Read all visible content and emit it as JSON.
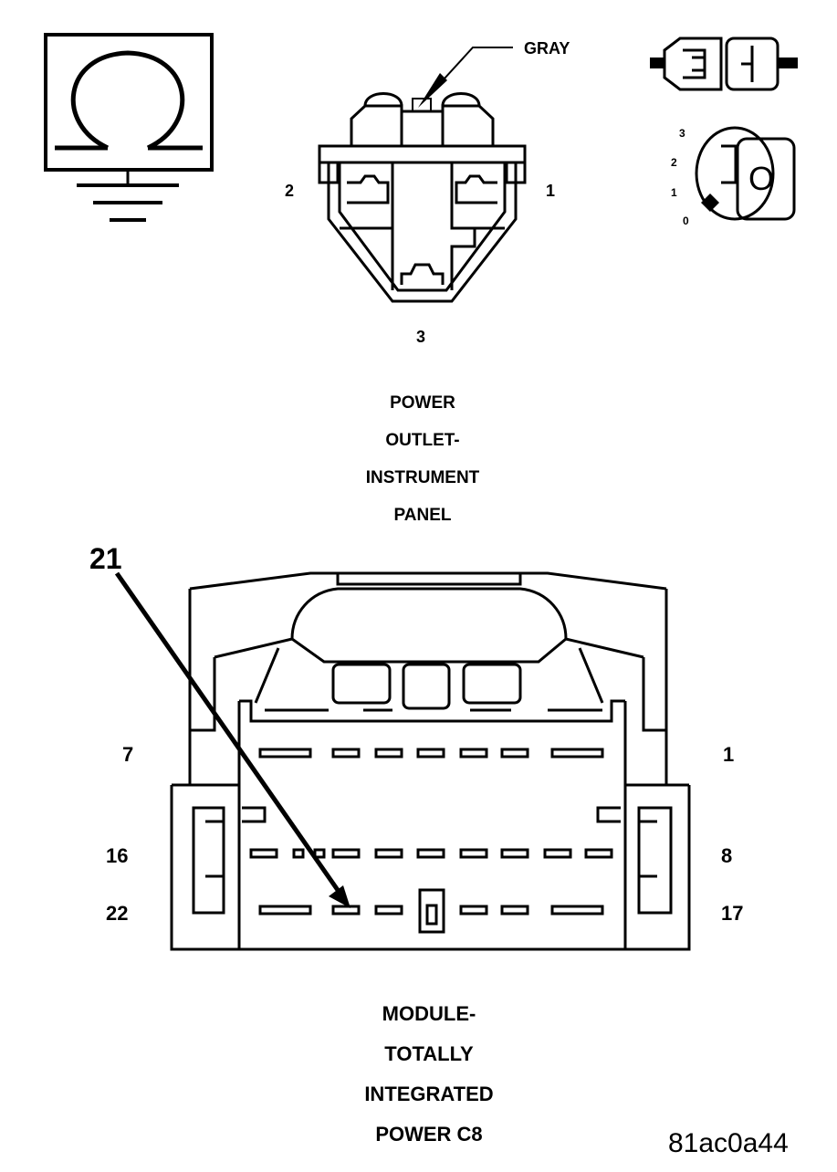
{
  "top_connector": {
    "wire_color_label": "GRAY",
    "pin_labels": {
      "pin1": "1",
      "pin2": "2",
      "pin3": "3"
    },
    "caption_lines": [
      "POWER",
      "OUTLET-",
      "INSTRUMENT",
      "PANEL"
    ]
  },
  "ignition_switch": {
    "position_labels": [
      "3",
      "2",
      "1",
      "0"
    ],
    "key_label": "O"
  },
  "module_connector": {
    "callout_label": "21",
    "pin_labels": {
      "row1_left": "7",
      "row1_right": "1",
      "row2_left": "16",
      "row2_right": "8",
      "row3_left": "22",
      "row3_right": "17"
    },
    "caption_lines": [
      "MODULE-",
      "TOTALLY",
      "INTEGRATED",
      "POWER C8"
    ]
  },
  "figure_code": "81ac0a44",
  "icons": [
    "ground-symbol-icon",
    "ohm-symbol-icon",
    "connector-icon",
    "ignition-key-icon"
  ]
}
